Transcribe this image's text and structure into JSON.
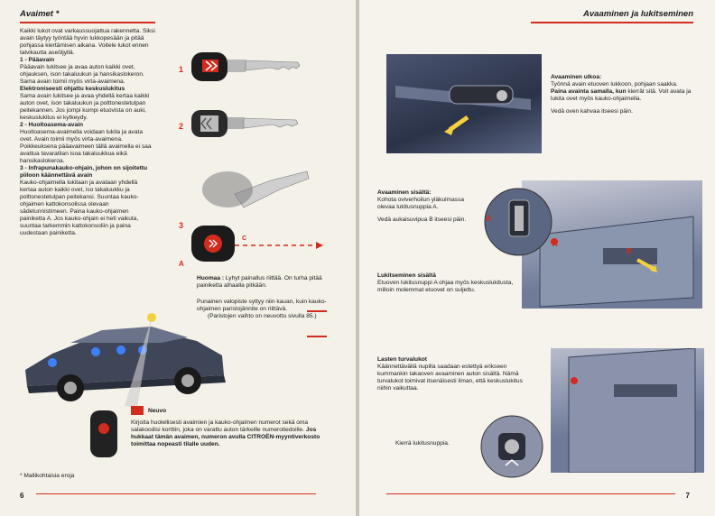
{
  "left": {
    "header": "Avaimet *",
    "intro": "Kaikki lukot ovat varkaussuojattua rakennetta. Siksi avain täytyy työntää hyvin lukkopesään ja pitää pohjassa kiertämisen aikana. Voitele lukot ennen talvikautta aseöljyllä.",
    "s1_head": "1 - Pääavain",
    "s1_body": "Pääavain lukitsee ja avaa auton kaikki ovet, ohjauksen, ison takaluukun ja hansikaslokeron. Sama avain toimii myös virta-avaimena.",
    "s1b_head": "Elektroniseesti ohjattu keskuslukitus",
    "s1b_body": "Sama avain lukitsee ja avaa yhdellä kertaa kaikki auton ovet, ison takaluukun ja polttonestetulpan peitekannen. Jos jompi kumpi etuovista on auki, keskuslukitus ei kytkeydy.",
    "s2_head": "2 - Huoltoasema-avain",
    "s2_body": "Huoltoasema-avaimella voidaan lukita ja avata ovet. Avain toimii myös virta-avaimena. Poikkeuksena pääavaimeen tällä avaimella ei saa avattua tavaratilan isoa takaluukkua eikä hansikaslokeroa.",
    "s3_head": "3 - Infrapunakauko-ohjain, johon on sijoitettu piiloon käännettävä avain",
    "s3_body": "Kauko-ohjaimella lukitaan ja avataan yhdellä kertaa auton kaikki ovet, iso takaluukku ja polttonestetulpan peitekansi. Suuntaa kauko-ohjaimen kattokonsolissa olevaan sädetunnistimeen. Paina kauko-ohjaimen painiketta A. Jos kauko-ohjain ei heti vaikuta, suuntaa tarkemmin kattokonsoliin ja paina uudestaan painiketta.",
    "key_labels": [
      "1",
      "2",
      "3",
      "A",
      "C"
    ],
    "note_bold": "Huomaa :",
    "note_body": " Lyhyt painallus riittää. On turha pitää painiketta alhaalla pitkään.",
    "battery_body": "Punainen valopiste syttyy niin kauan, kuin kauko-ohjaimen paristojännite on riittävä.",
    "battery_ref": "(Paristojen vaihto on neuvottu sivulla 85.)",
    "neuvo_title": "Neuvo",
    "neuvo_body": "Kirjoita huolellisesti avaimien ja kauko-ohjaimen numerot sekä oma salakoodisi korttiin, joka on varattu auton tärkeille numerotiedoille.",
    "neuvo_bold": "Jos hukkaat tämän avaimen, numeron avulla CITROËN-myyntiverkosto toimittaa nopeasti tilalle uuden.",
    "footnote": "*  Mallikohtaisia eroja",
    "page_no": "6"
  },
  "right": {
    "header": "Avaaminen ja lukitseminen",
    "outside_head": "Avaaminen ulkoa:",
    "outside_body1": "Työnnä avain etuoven lukkoon, pohjaan saakka.",
    "outside_bold": "Paina avainta samalla, kun",
    "outside_body2": "kierrät sitä. Voit avata ja lukita ovet myös kauko-ohjaimella.",
    "outside_body3": "Vedä oven kahvaa itseesi päin.",
    "inside_head": "Avaaminen sisältä:",
    "inside_body": "Kohota oviverhoilun yläkulmassa olevaa lukitusnuppia A.",
    "inside_body2": "Vedä aukaisuvipua B itseesi päin.",
    "lock_head": "Lukitseminen sisältä",
    "lock_body": "Etuoven lukitusnuppi A ohjaa myös keskuslukitusta, milloin molemmat etuovet on suljettu.",
    "child_head": "Lasten turvalukot",
    "child_body": "Käännettävällä nupilla saadaan estettyä erikseen kummankin takaoven avaaminen auton sisältä. Nämä turvalukot toimivat itsenäisesti ilman, että keskuslukitus niihin vaikuttaa.",
    "child_body2": "Kierrä lukitusnuppia.",
    "marker_a": "A",
    "marker_b": "B",
    "page_no": "7"
  }
}
